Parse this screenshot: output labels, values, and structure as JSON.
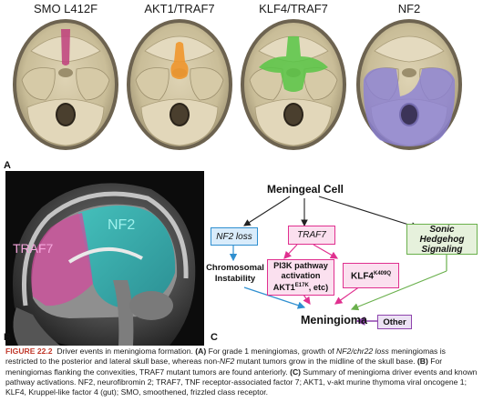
{
  "panel_a": {
    "letter": "A",
    "skulls": [
      {
        "label": "SMO L412F",
        "overlay": "magenta"
      },
      {
        "label": "AKT1/TRAF7",
        "overlay": "orange"
      },
      {
        "label": "KLF4/TRAF7",
        "overlay": "green"
      },
      {
        "label": "NF2",
        "overlay": "purple"
      }
    ]
  },
  "panel_b": {
    "letter": "B",
    "labels": {
      "nf2": "NF2",
      "traf7": "TRAF7"
    }
  },
  "panel_c": {
    "letter": "C",
    "meningeal_cell": "Meningeal Cell",
    "nf2_loss": "NF2 loss",
    "traf7": "TRAF7",
    "shh_line1": "Sonic Hedgehog",
    "shh_line2": "Signaling",
    "chrom_line1": "Chromosomal",
    "chrom_line2": "Instability",
    "pi3k_line1": "PI3K pathway",
    "pi3k_line2": "activation",
    "pi3k_line3_main": "AKT1",
    "pi3k_line3_sup": "E17K",
    "pi3k_line3_end": ", etc)",
    "klf4_main": "KLF4",
    "klf4_sup": "K409Q",
    "meningioma": "Meningioma",
    "other": "Other"
  },
  "colors": {
    "blue": "#2f8fd0",
    "pink": "#e0308f",
    "green": "#6ab04c",
    "purple": "#8e44ad",
    "caption_red": "#c0392b"
  },
  "caption": {
    "title": "FIGURE 22.2",
    "t1": "Driver events in meningioma formation. ",
    "t2": "(A)",
    "t3": " For grade 1 meningiomas, growth of ",
    "t4": "NF2/chr22 loss",
    "t5": " meningiomas is restricted to the posterior and lateral skull base, whereas non-",
    "t6": "NF2",
    "t7": " mutant tumors grow in the midline of the skull base. ",
    "t8": "(B)",
    "t9": " For meningiomas flanking the convexities, TRAF7 mutant tumors are found anteriorly. ",
    "t10": "(C)",
    "t11": " Summary of meningioma driver events and known pathway activations. NF2, neurofibromin 2; TRAF7, TNF receptor-associated factor 7; AKT1, v-akt murine thymoma viral oncogene 1; KLF4, Kruppel-like factor 4 (gut); SMO, smoothened, frizzled class receptor."
  }
}
